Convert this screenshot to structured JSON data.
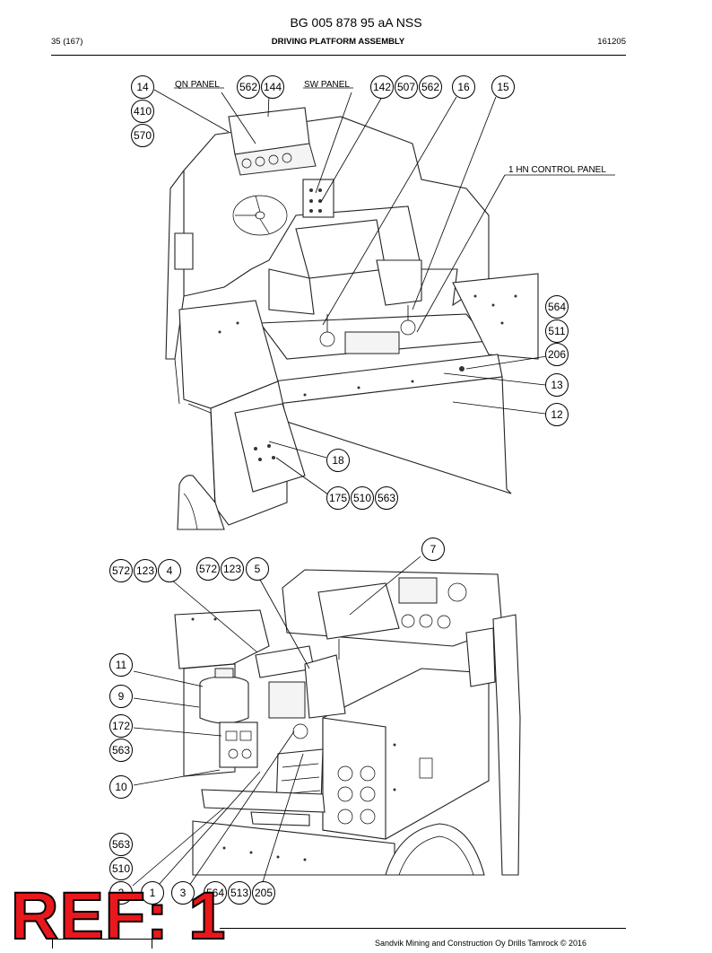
{
  "header": {
    "doc_title": "BG 005 878 95 aA NSS",
    "page": "35 (167)",
    "section_title": "DRIVING PLATFORM ASSEMBLY",
    "date_code": "161205"
  },
  "labels": {
    "qn_panel": "QN PANEL",
    "sw_panel": "SW PANEL",
    "hn_panel": "1 HN CONTROL PANEL"
  },
  "callouts": {
    "c14": "14",
    "c410": "410",
    "c570": "570",
    "c562a": "562",
    "c144": "144",
    "c142": "142",
    "c507": "507",
    "c562b": "562",
    "c16": "16",
    "c15": "15",
    "c564a": "564",
    "c511": "511",
    "c206": "206",
    "c13": "13",
    "c12": "12",
    "c18": "18",
    "c175": "175",
    "c510a": "510",
    "c563a": "563",
    "c7": "7",
    "c572a": "572",
    "c123a": "123",
    "c4": "4",
    "c572b": "572",
    "c123b": "123",
    "c5": "5",
    "c11": "11",
    "c9": "9",
    "c172": "172",
    "c563b": "563",
    "c10": "10",
    "c563c": "563",
    "c510b": "510",
    "c2": "2",
    "c1": "1",
    "c3": "3",
    "c564b": "564",
    "c513": "513",
    "c205": "205"
  },
  "ref_badge": "REF: 1",
  "footer": "Sandvik Mining and Construction Oy Drills Tamrock © 2016",
  "colors": {
    "badge": "#e8181c"
  }
}
